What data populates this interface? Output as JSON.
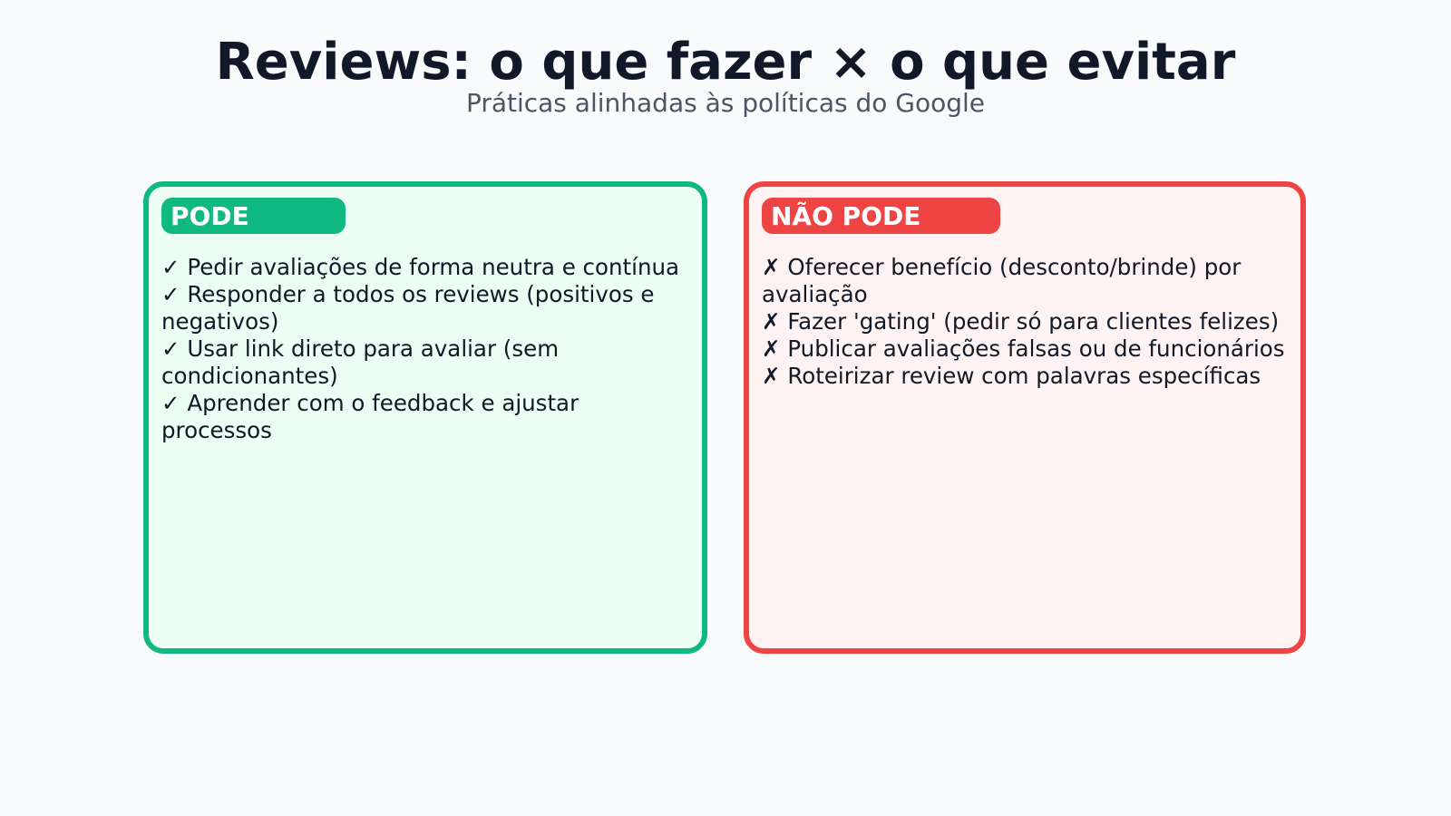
{
  "header": {
    "title": "Reviews: o que fazer × o que evitar",
    "subtitle": "Práticas alinhadas às políticas do Google"
  },
  "cards": {
    "pode": {
      "label": "PODE",
      "color": "#10b981",
      "background": "#ecfdf3",
      "icon": "check-icon",
      "items": [
        "✓ Pedir avaliações de forma neutra e contínua",
        "✓ Responder a todos os reviews (positivos e negativos)",
        "✓ Usar link direto para avaliar (sem condicionantes)",
        "✓ Aprender com o feedback e ajustar processos"
      ]
    },
    "nao_pode": {
      "label": "NÃO PODE",
      "color": "#ef4444",
      "background": "#fef2f2",
      "icon": "cross-icon",
      "items": [
        "✗ Oferecer benefício (desconto/brinde) por avaliação",
        "✗ Fazer 'gating' (pedir só para clientes felizes)",
        "✗ Publicar avaliações falsas ou de funcionários",
        "✗ Roteirizar review com palavras específicas"
      ]
    }
  }
}
